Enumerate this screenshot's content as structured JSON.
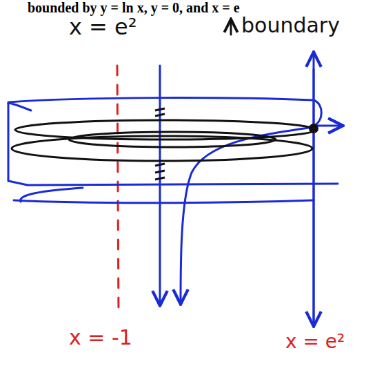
{
  "diagram": {
    "labels": [
      "bounded by y = ln x, y = 0, and x = e",
      "x = e²",
      "boundary",
      "x = -1",
      "x = e²"
    ]
  }
}
